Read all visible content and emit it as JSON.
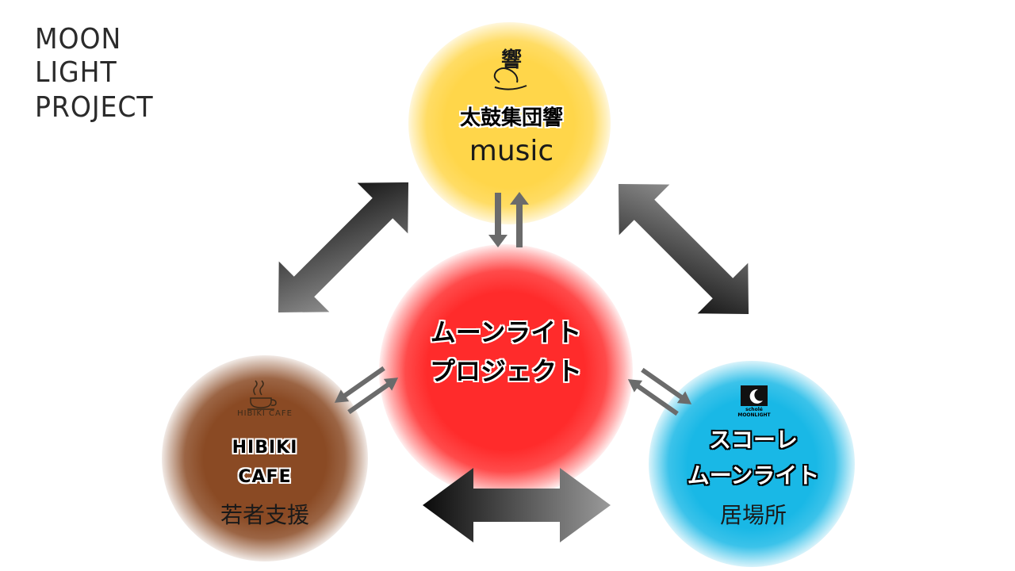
{
  "logo": {
    "line1": "MOON",
    "line2": "LIGHT",
    "line3": "PROJECT"
  },
  "nodes": {
    "top": {
      "name": "太鼓集団響",
      "subtitle": "music",
      "color": "#ffd64a",
      "logo_glyph": "響"
    },
    "center": {
      "line1": "ムーンライト",
      "line2": "プロジェクト",
      "color": "#ff2b2b"
    },
    "left": {
      "logo_text": "HIBIKI CAFE",
      "name_line1": "HIBIKI",
      "name_line2": "CAFE",
      "subtitle": "若者支援",
      "color": "#8a4a24"
    },
    "right": {
      "logo_text_1": "scholé",
      "logo_text_2": "MOONLIGHT",
      "name_line1": "スコーレ",
      "name_line2": "ムーンライト",
      "subtitle": "居場所",
      "color": "#19b8e6"
    }
  },
  "connections": [
    {
      "from": "top",
      "to": "left",
      "kind": "large-double-arrow"
    },
    {
      "from": "top",
      "to": "right",
      "kind": "large-double-arrow"
    },
    {
      "from": "left",
      "to": "right",
      "kind": "large-double-arrow"
    },
    {
      "from": "center",
      "to": "top",
      "kind": "thin-exchange-arrows"
    },
    {
      "from": "center",
      "to": "left",
      "kind": "thin-exchange-arrows"
    },
    {
      "from": "center",
      "to": "right",
      "kind": "thin-exchange-arrows"
    }
  ]
}
